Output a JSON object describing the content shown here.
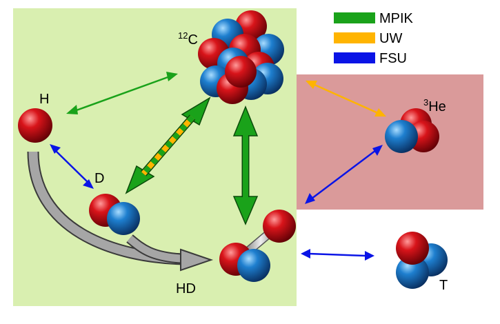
{
  "legend": [
    {
      "label": "MPIK",
      "color": "#1aa21a"
    },
    {
      "label": "UW",
      "color": "#ffb400"
    },
    {
      "label": "FSU",
      "color": "#0a14e6"
    }
  ],
  "nodes": {
    "h": {
      "label": "H"
    },
    "d": {
      "label": "D"
    },
    "hd": {
      "label": "HD"
    },
    "c12": {
      "mass": "12",
      "label": "C"
    },
    "he3": {
      "mass": "3",
      "label": "He"
    },
    "t": {
      "label": "T"
    }
  },
  "colors": {
    "region_left": "#d9efb0",
    "region_right": "#da9a9a",
    "proton": "#cc1010",
    "neutron": "#1f78c8",
    "gray_arrow": "#a6a6a6"
  }
}
